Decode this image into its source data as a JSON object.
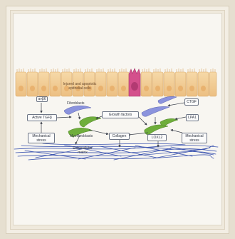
{
  "epithelium": {
    "label_line1": "Injured and apoptotic",
    "label_line2": "epithelial cells"
  },
  "labels": {
    "fibroblasts": "Fibroblasts",
    "myofibroblasts": "Myofibroblasts",
    "ecm_line1": "Extracellular",
    "ecm_line2": "matrix"
  },
  "boxes": {
    "integrin": "αvβ6",
    "active_tgf": "Active TGFβ",
    "mech_left_line1": "Mechanical",
    "mech_left_line2": "stress",
    "growth_factors": "Growth factors",
    "collagen": "Collagen",
    "loxl2": "LOXL2",
    "ctgf": "CTGF",
    "lpa1": "LPA1",
    "mech_right_line1": "Mechanical",
    "mech_right_line2": "stress"
  },
  "colors": {
    "epithelium": "#f0c88e",
    "apoptotic_cell": "#d44d8a",
    "fibroblast": "#8a92dc",
    "myofibroblast": "#6fae3c",
    "matrix_fiber": "#3d55b0",
    "box_border": "#6e7686"
  }
}
